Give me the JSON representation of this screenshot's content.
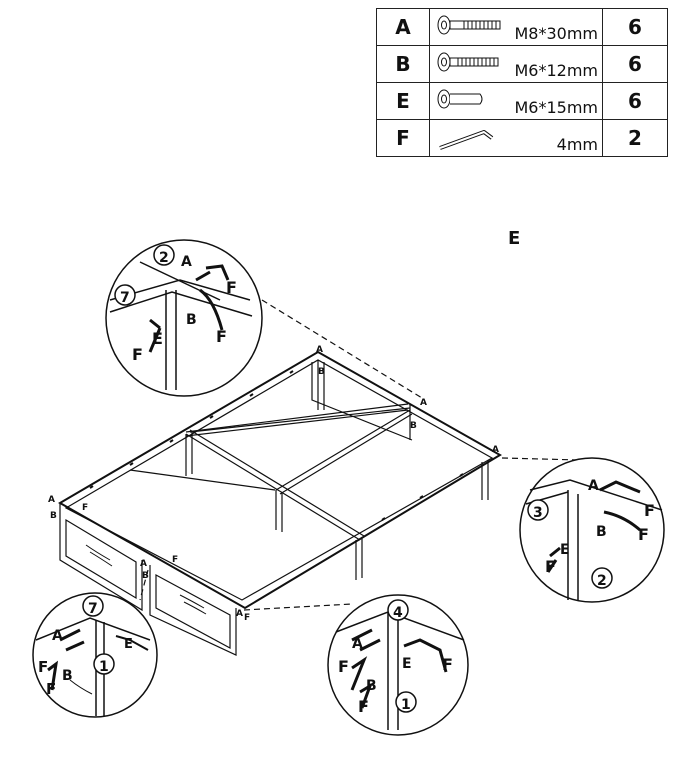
{
  "hardware": [
    {
      "letter": "A",
      "size": "M8*30mm",
      "qty": "6",
      "icon": "long-bolt-icon"
    },
    {
      "letter": "B",
      "size": "M6*12mm",
      "qty": "6",
      "icon": "bolt-icon"
    },
    {
      "letter": "E",
      "size": "M6*15mm",
      "qty": "6",
      "icon": "pin-bolt-icon"
    },
    {
      "letter": "F",
      "size": "4mm",
      "qty": "2",
      "icon": "allen-key-icon"
    }
  ],
  "main_label": "E",
  "callouts": {
    "top_left": {
      "num_top": "2",
      "num_left": "7",
      "letters": [
        "A",
        "F",
        "B",
        "F",
        "F",
        "E"
      ]
    },
    "right": {
      "num_top": "3",
      "num_bottom": "2",
      "letters": [
        "A",
        "F",
        "B",
        "F",
        "F",
        "E"
      ]
    },
    "bottom_left": {
      "num_top": "7",
      "num_mid": "1",
      "letters": [
        "A",
        "F",
        "B",
        "F",
        "E"
      ]
    },
    "bottom_mid": {
      "num_top": "4",
      "num_bottom": "1",
      "letters": [
        "A",
        "F",
        "F",
        "B",
        "F",
        "E"
      ]
    }
  },
  "frame_labels": {
    "a": "A",
    "b": "B",
    "f": "F"
  }
}
